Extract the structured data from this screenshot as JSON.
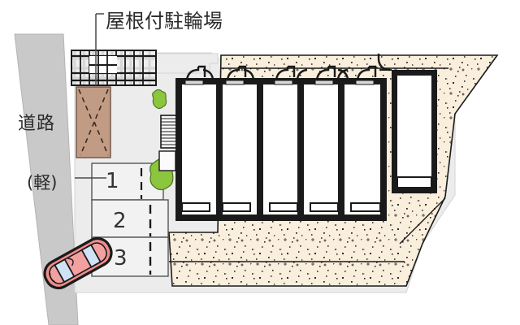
{
  "document": {
    "kind": "property-site-plan",
    "title_annotation": "屋根付駐輪場"
  },
  "labels": {
    "covered_bicycle_parking": "屋根付駐輪場",
    "road": "道路",
    "light_car_note": "(軽)"
  },
  "parking": {
    "stalls": [
      {
        "number": "1",
        "note": "(軽)"
      },
      {
        "number": "2",
        "note": ""
      },
      {
        "number": "3",
        "note": ""
      }
    ]
  },
  "building": {
    "unit_count": 5,
    "units": [
      {
        "index": 1
      },
      {
        "index": 2
      },
      {
        "index": 3
      },
      {
        "index": 4
      },
      {
        "index": 5
      }
    ],
    "annex_unit_count": 1
  },
  "features": {
    "bicycle_parking_grid": {
      "columns": 9,
      "rows": 3
    },
    "approach_tile": {
      "label": ""
    },
    "stairs": {
      "steps": 9
    },
    "shrubs": 2,
    "car_icon": "car-top-view",
    "gravel_ground": "gravel-area"
  },
  "colors": {
    "road_gray": "#c9c9c9",
    "site_gray": "#ececec",
    "gravel_beige": "#faeedc",
    "approach_brown": "#c29b85",
    "shrub_green": "#8cc63f",
    "car_body": "#ef8d8d",
    "car_window": "#cfe3f5",
    "outline_black": "#1a1a1a",
    "text_dark": "#2b2b2b"
  }
}
